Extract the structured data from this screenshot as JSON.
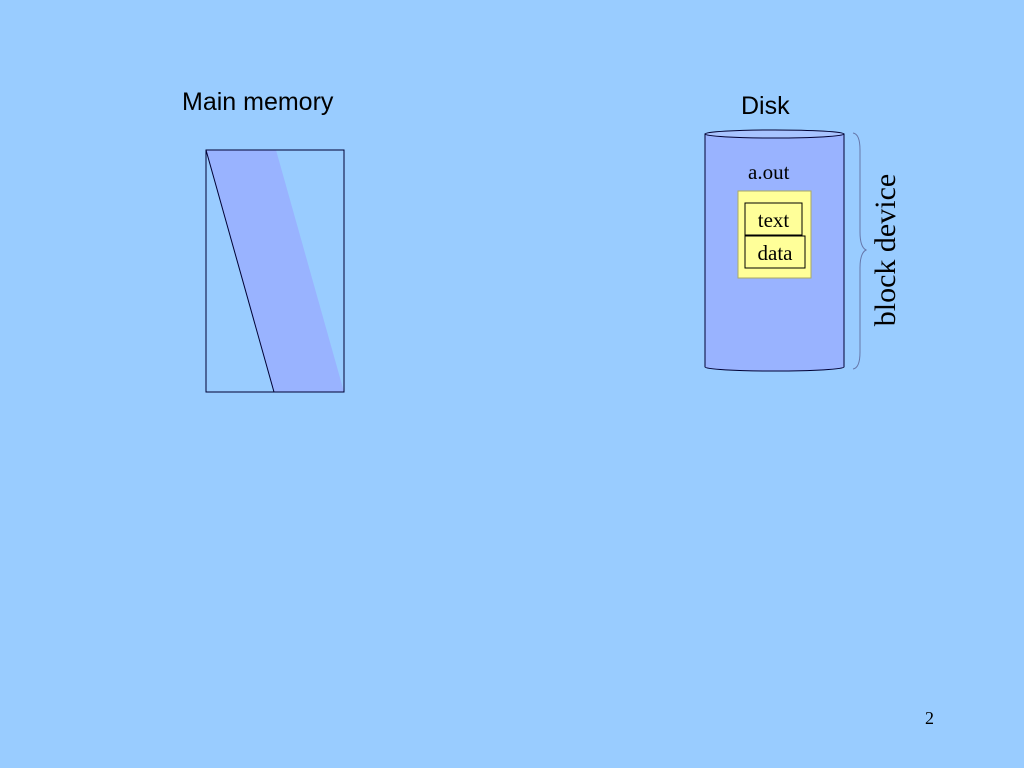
{
  "main_memory": {
    "title": "Main memory"
  },
  "disk": {
    "title": "Disk",
    "file_name": "a.out",
    "segments": [
      "text",
      "data"
    ],
    "brace_label": "block device"
  },
  "page_number": "2",
  "colors": {
    "background": "#99ccff",
    "memory_fill": "#99b3ff",
    "disk_fill": "#99b3ff",
    "file_fill": "#ffff99",
    "outline": "#000033",
    "brace": "#6677aa"
  }
}
